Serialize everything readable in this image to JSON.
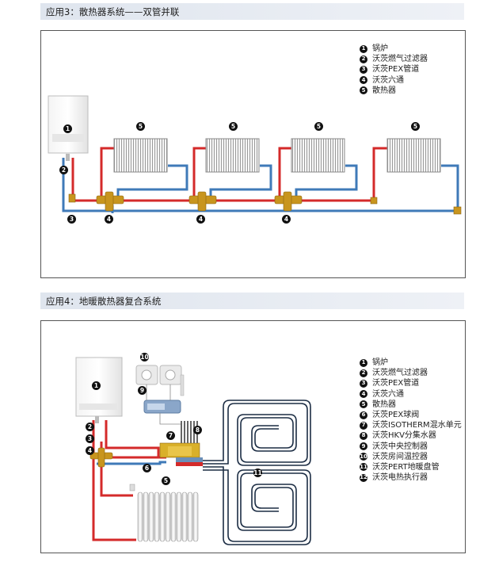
{
  "app3": {
    "title": "应用3：散热器系统——双管并联",
    "legend": [
      {
        "num": "1",
        "label": "锅炉"
      },
      {
        "num": "2",
        "label": "沃茨燃气过滤器"
      },
      {
        "num": "3",
        "label": "沃茨PEX管道"
      },
      {
        "num": "4",
        "label": "沃茨六通"
      },
      {
        "num": "5",
        "label": "散热器"
      }
    ],
    "markers": {
      "boiler": "1",
      "filter": "2",
      "pipe": "3",
      "sixway_a": "4",
      "sixway_b": "4",
      "sixway_c": "4",
      "rad_a": "5",
      "rad_b": "5",
      "rad_c": "5",
      "rad_d": "5"
    }
  },
  "app4": {
    "title": "应用4：地暖散热器复合系统",
    "legend": [
      {
        "num": "1",
        "label": "锅炉"
      },
      {
        "num": "2",
        "label": "沃茨燃气过滤器"
      },
      {
        "num": "3",
        "label": "沃茨PEX管道"
      },
      {
        "num": "4",
        "label": "沃茨六通"
      },
      {
        "num": "5",
        "label": "散热器"
      },
      {
        "num": "6",
        "label": "沃茨PEX球阀"
      },
      {
        "num": "7",
        "label": "沃茨ISOTHERM混水单元"
      },
      {
        "num": "8",
        "label": "沃茨HKV分集水器"
      },
      {
        "num": "9",
        "label": "沃茨中央控制器"
      },
      {
        "num": "10",
        "label": "沃茨房间温控器"
      },
      {
        "num": "11",
        "label": "沃茨PERT地暖盘管"
      },
      {
        "num": "12",
        "label": "沃茨电热执行器"
      }
    ],
    "markers": {
      "boiler": "1",
      "filter": "2",
      "pipe": "3",
      "sixway": "4",
      "radiator": "5",
      "ballvalve": "6",
      "mixing": "7",
      "manifold": "8",
      "controller": "9",
      "thermostat": "10",
      "coil": "11"
    }
  },
  "colors": {
    "supply": "#d42a2a",
    "return": "#3f7ab8",
    "fitting": "#c8951e",
    "panel_border": "#555555"
  }
}
